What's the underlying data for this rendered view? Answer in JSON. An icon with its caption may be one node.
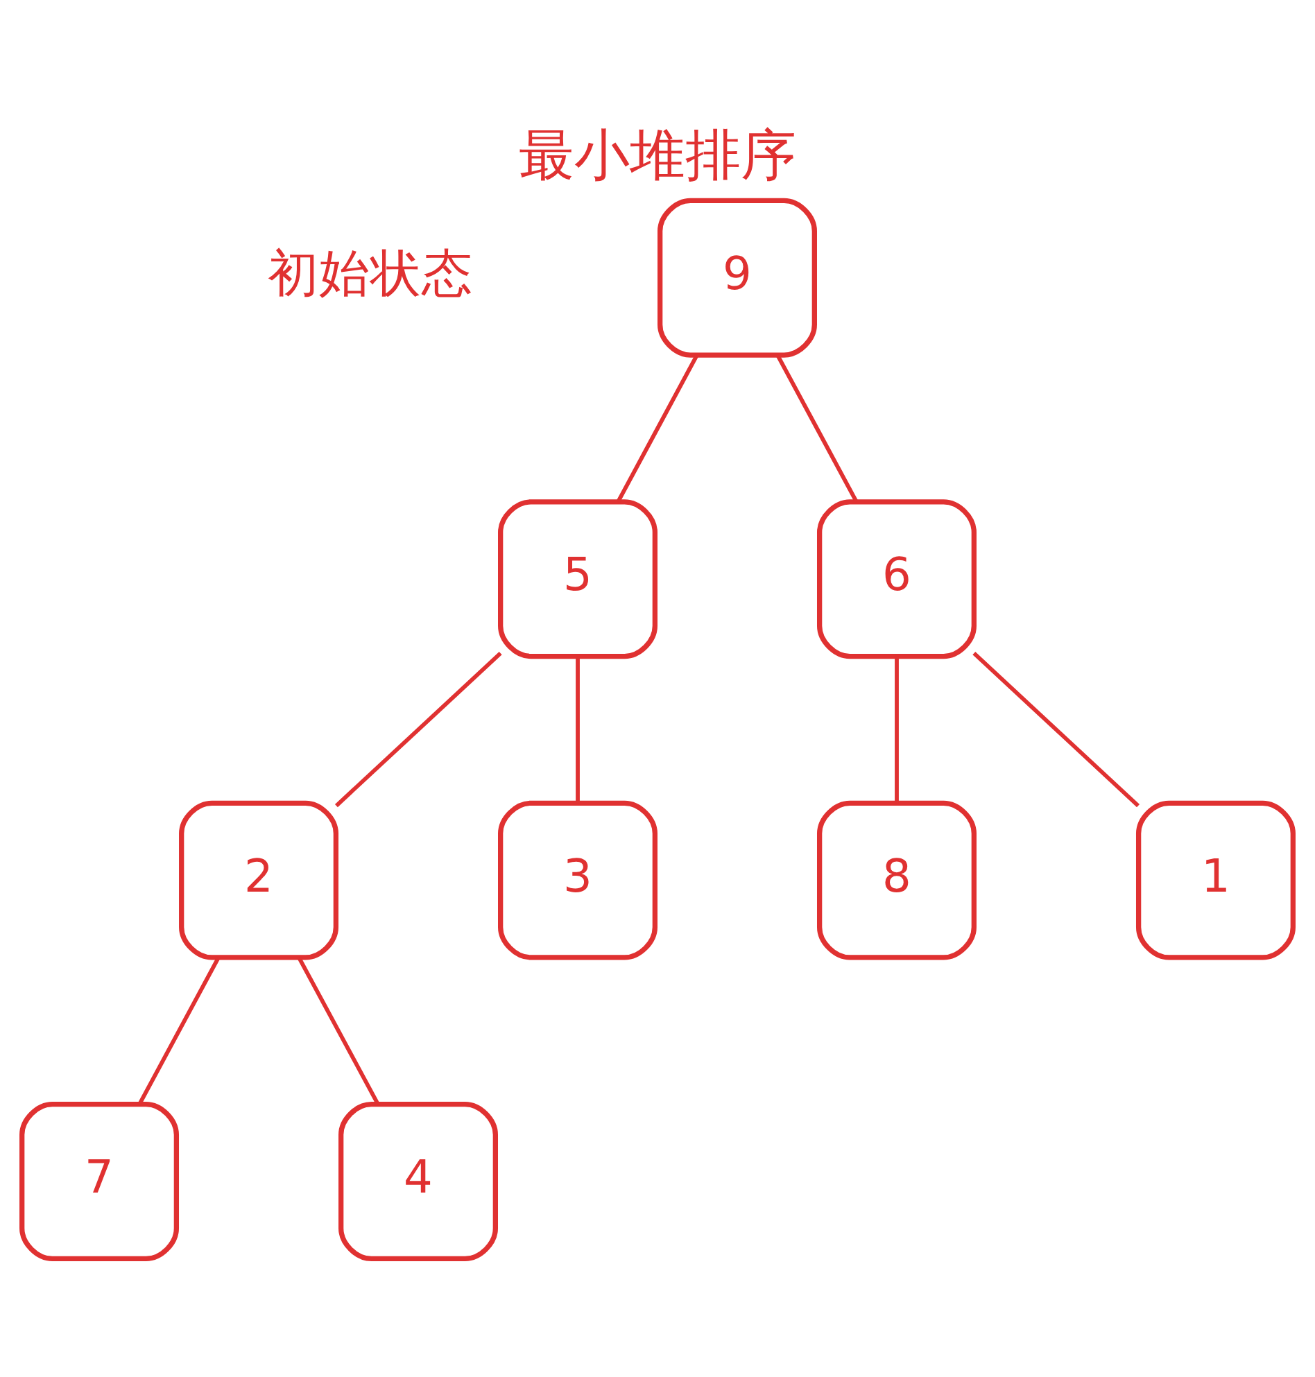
{
  "diagram": {
    "title": "最小堆排序",
    "nodes": [
      {
        "text": [
          "9"
        ]
      },
      {
        "text": [
          "5"
        ]
      },
      {
        "text": [
          "6"
        ]
      },
      {
        "text": [
          "2"
        ]
      },
      {
        "text": [
          "3"
        ]
      },
      {
        "text": [
          "8"
        ]
      },
      {
        "text": [
          "1"
        ]
      },
      {
        "text": [
          "7"
        ]
      },
      {
        "text": [
          "4"
        ]
      }
    ],
    "edges": [
      {
        "from": 0,
        "to": 1,
        "arrow": "none"
      },
      {
        "from": 0,
        "to": 2,
        "arrow": "none"
      },
      {
        "from": 1,
        "to": 3,
        "arrow": "none"
      },
      {
        "from": 1,
        "to": 4,
        "arrow": "none"
      },
      {
        "from": 2,
        "to": 5,
        "arrow": "none"
      },
      {
        "from": 2,
        "to": 6,
        "arrow": "none"
      },
      {
        "from": 3,
        "to": 7,
        "arrow": "none"
      },
      {
        "from": 3,
        "to": 8,
        "arrow": "none"
      }
    ],
    "labels": [
      "初始状态"
    ]
  }
}
